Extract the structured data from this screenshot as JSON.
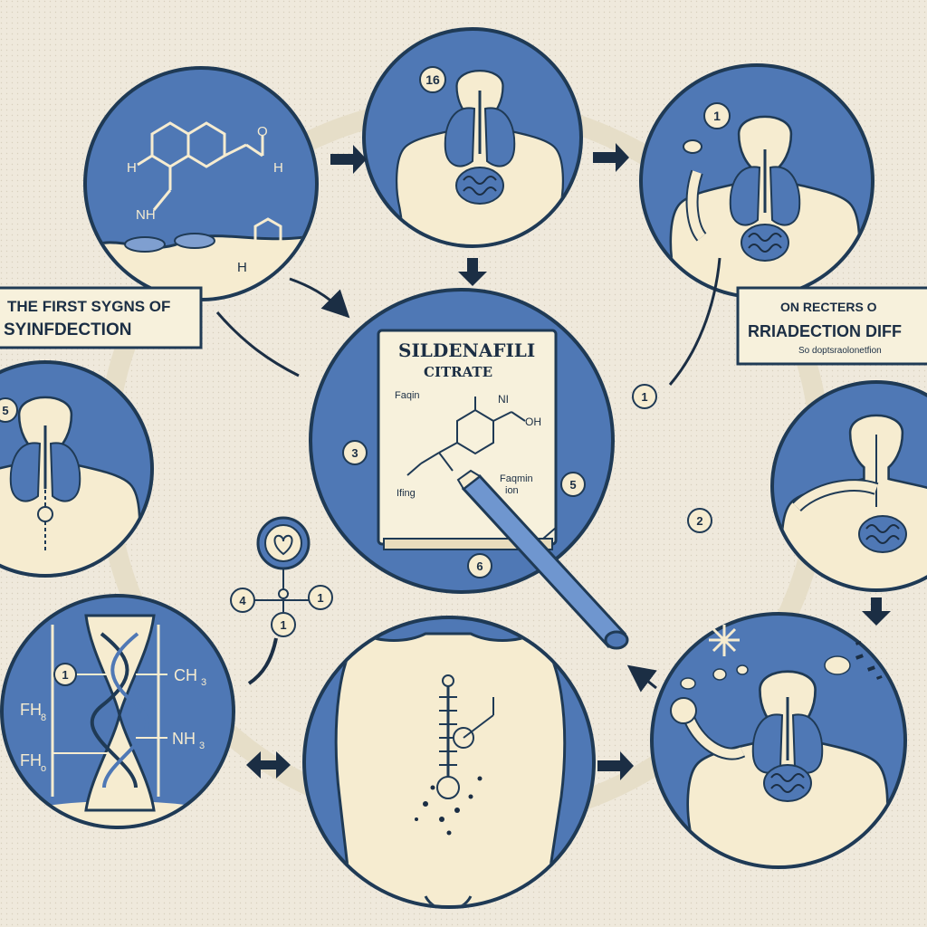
{
  "colors": {
    "background": "#efe9dc",
    "circle_fill": "#4f78b5",
    "circle_border": "#1f3a55",
    "body_fill": "#f6ecd0",
    "ink": "#1b2e44",
    "paper": "#f7f1dc"
  },
  "labels": {
    "left_banner_line1": "THE FIRST SYGNS OF",
    "left_banner_line2": "SYINFDECTION",
    "right_banner_line1": "ON RECTERS O",
    "right_banner_line2": "RRIADECTION DIFF",
    "right_banner_line3": "So doptsraolonetfion"
  },
  "document": {
    "title_line1": "SILDENAFILI",
    "title_line2": "CITRATE",
    "note_left_top": "Faqin",
    "note_left_bottom": "Ifing",
    "note_right_line1": "Faqmin",
    "note_right_line2": "ion",
    "atom_nh": "NI",
    "atom_oh": "OH"
  },
  "molecule_top_left": {
    "atom_h_left": "H",
    "atom_o": "O",
    "atom_h_right": "H",
    "atom_nh": "NH",
    "atom_h_bottom": "H"
  },
  "dna": {
    "label_ch": "CH",
    "label_ch_sub": "3",
    "label_nh": "NH",
    "label_nh_sub": "3",
    "label_fh_top": "FH",
    "label_fh_top_sub": "8",
    "label_fh_bottom": "FH",
    "label_fh_bottom_sub": "o"
  },
  "numbers": {
    "top_center": "16",
    "top_right": "1",
    "left_mid": "5",
    "doc_left": "3",
    "doc_right": "5",
    "doc_bottom": "6",
    "right_mid_a": "1",
    "right_mid_b": "2",
    "dna_badge": "1",
    "tree_left": "4",
    "tree_mid": "1",
    "tree_right": "1"
  },
  "icons": [
    "heart-icon",
    "pen-icon",
    "lungs-icon",
    "intestines-icon",
    "pill-icon",
    "spark-icon",
    "arrow-right-icon",
    "arrow-down-icon",
    "arrow-left-right-icon"
  ]
}
